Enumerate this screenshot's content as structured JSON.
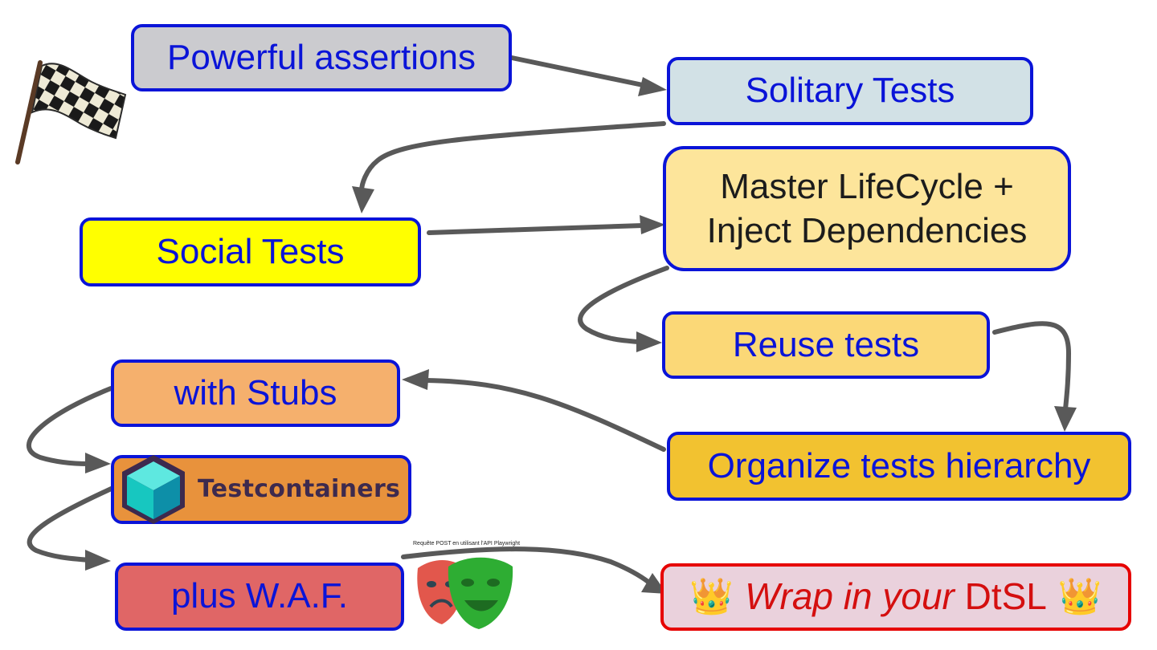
{
  "nodes": {
    "powerful_assertions": {
      "label": "Powerful assertions",
      "fill": "#cbcbcf"
    },
    "solitary_tests": {
      "label": "Solitary Tests",
      "fill": "#d2e1e6"
    },
    "social_tests": {
      "label": "Social Tests",
      "fill": "#ffff00"
    },
    "master_lifecycle": {
      "line1": "Master LifeCycle +",
      "line2": "Inject Dependencies",
      "fill": "#fde59b"
    },
    "reuse_tests": {
      "label": "Reuse tests",
      "fill": "#fbd877"
    },
    "with_stubs": {
      "label": "with Stubs",
      "fill": "#f5b06d"
    },
    "organize_hierarchy": {
      "label": "Organize tests hierarchy",
      "fill": "#f2c230"
    },
    "testcontainers": {
      "label": "Testcontainers",
      "fill": "#e8923c"
    },
    "plus_waf": {
      "label": "plus W.A.F.",
      "fill": "#e06666"
    },
    "wrap_dtsl": {
      "crown": "👑",
      "italic": "Wrap in your",
      "normal": "DtSL",
      "fill": "#ead1dc",
      "border": "#e60000"
    }
  },
  "annotations": {
    "playwright_caption": "Requête POST en utilisant l'API Playwright"
  },
  "icons": [
    "checkered-flag-icon",
    "testcontainers-cube-icon",
    "playwright-masks-icon",
    "crown-icon"
  ],
  "colors": {
    "node_text": "#0a14d8",
    "node_border": "#0a14d8",
    "arrow": "#595959"
  }
}
